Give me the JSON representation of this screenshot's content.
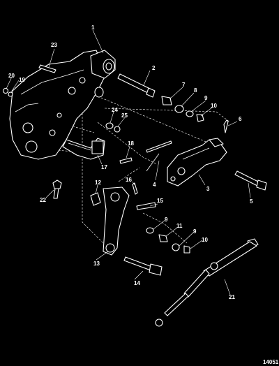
{
  "diagram": {
    "drawing_number": "14051",
    "callouts": [
      "1",
      "2",
      "3",
      "4",
      "5",
      "6",
      "7",
      "8",
      "9",
      "10",
      "11",
      "12",
      "13",
      "14",
      "15",
      "16",
      "17",
      "18",
      "19",
      "20",
      "21",
      "22",
      "23",
      "24",
      "25"
    ],
    "callout_9_second": "9",
    "callout_9_third": "9",
    "callout_10_second": "10"
  }
}
